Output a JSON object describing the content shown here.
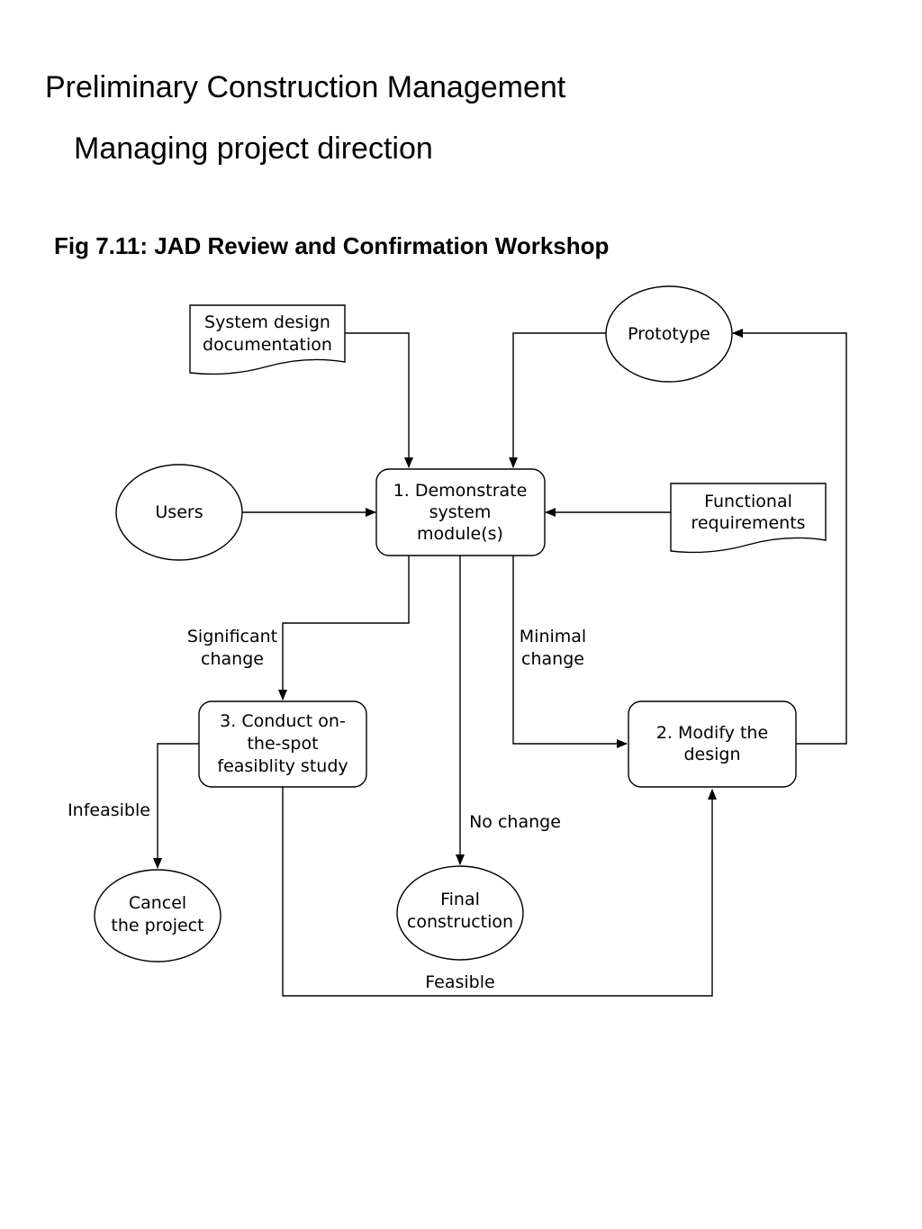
{
  "header": {
    "title": "Preliminary Construction Management",
    "subtitle": "Managing project direction",
    "figure_caption": "Fig 7.11:  JAD Review and Confirmation Workshop"
  },
  "nodes": {
    "system_design_doc": [
      "System design",
      "documentation"
    ],
    "prototype": [
      "Prototype"
    ],
    "users": [
      "Users"
    ],
    "demonstrate": [
      "1. Demonstrate",
      "system",
      "module(s)"
    ],
    "functional_requirements": [
      "Functional",
      "requirements"
    ],
    "conduct_study": [
      "3. Conduct on-",
      "the-spot",
      "feasiblity study"
    ],
    "modify_design": [
      "2. Modify the",
      "design"
    ],
    "cancel_project": [
      "Cancel",
      "the project"
    ],
    "final_construction": [
      "Final",
      "construction"
    ]
  },
  "edge_labels": {
    "significant_change": [
      "Significant",
      "change"
    ],
    "minimal_change": [
      "Minimal",
      "change"
    ],
    "infeasible": [
      "Infeasible"
    ],
    "no_change": [
      "No change"
    ],
    "feasible": [
      "Feasible"
    ]
  }
}
